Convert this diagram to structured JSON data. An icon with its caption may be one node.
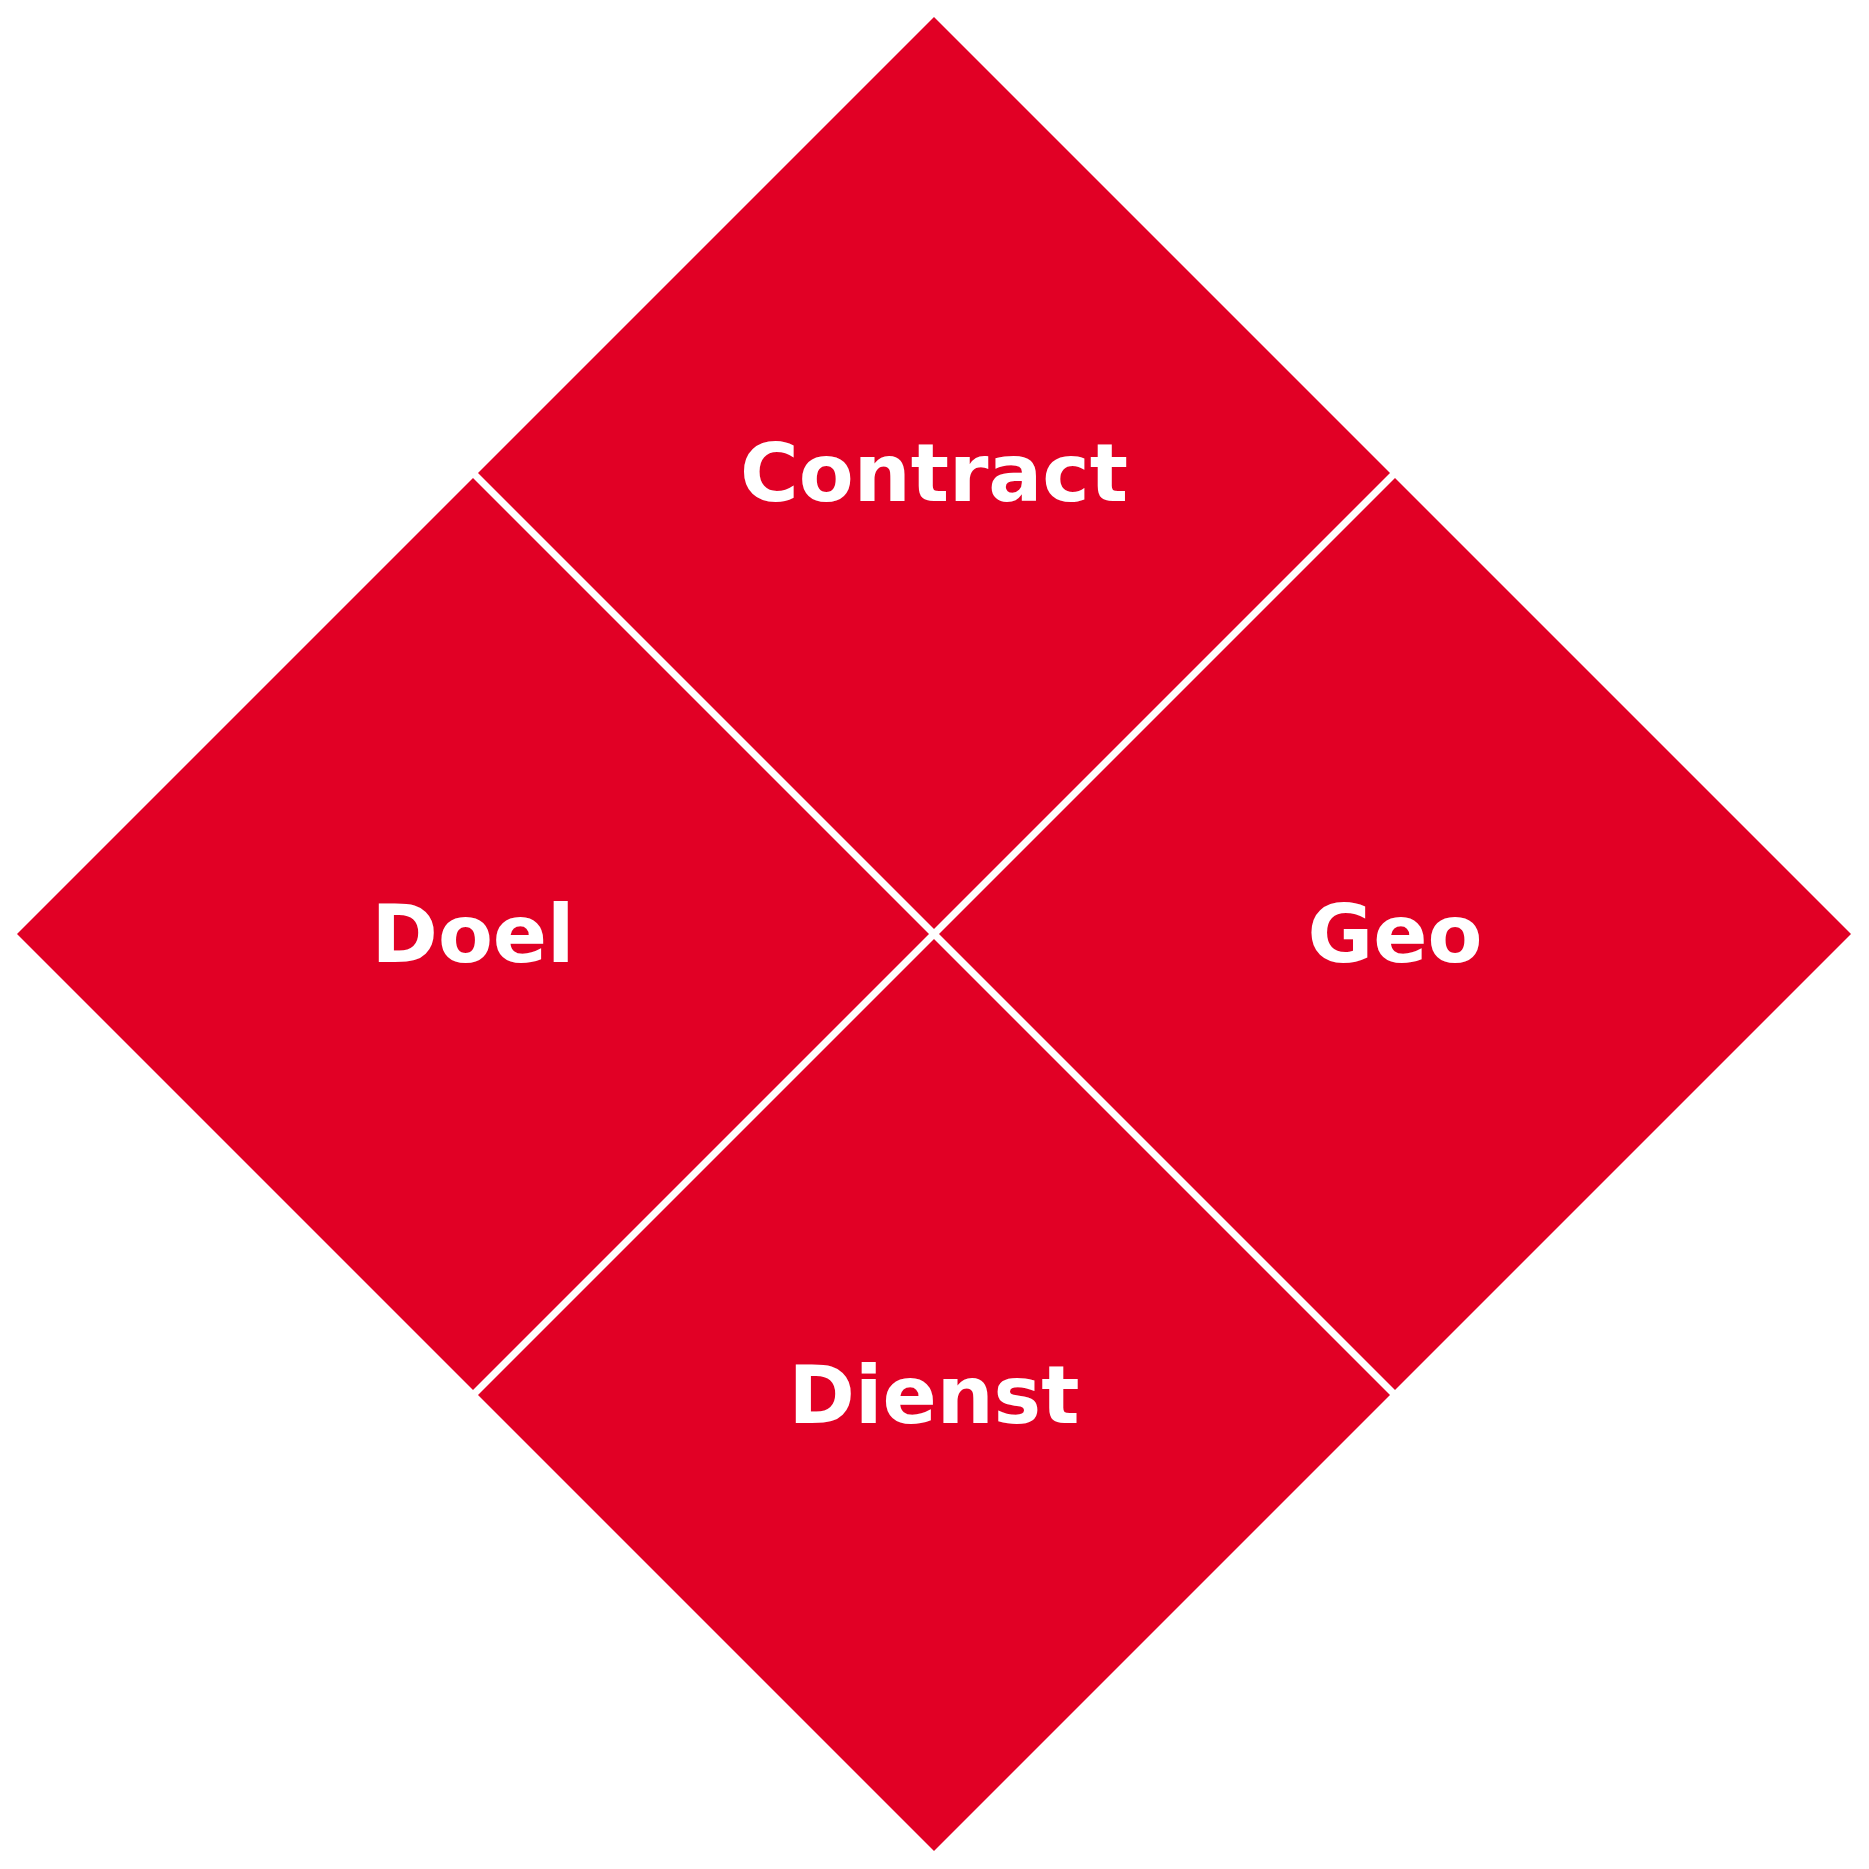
{
  "diagram": {
    "nodes": [
      {
        "text": [
          "Contract"
        ]
      },
      {
        "text": [
          "Doel"
        ]
      },
      {
        "text": [
          "Geo"
        ]
      },
      {
        "text": [
          "Dienst"
        ]
      }
    ],
    "edges": []
  }
}
